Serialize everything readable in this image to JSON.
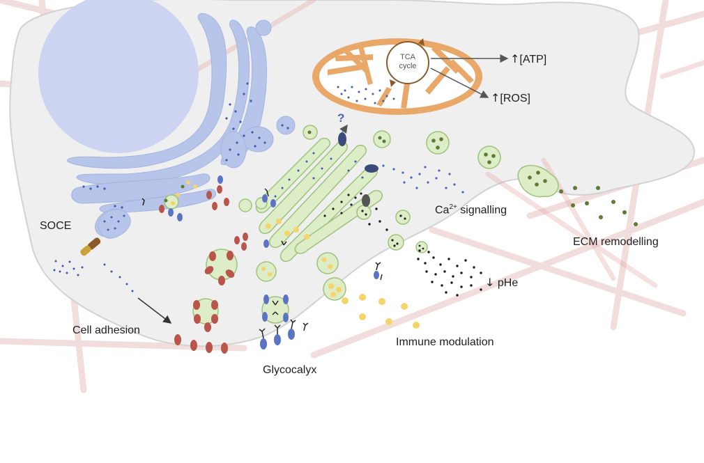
{
  "labels": {
    "tca_line1": "TCA",
    "tca_line2": "cycle",
    "atp": "[ATP]",
    "ros": "[ROS]",
    "question": "?",
    "soce": "SOCE",
    "ca_prefix": "Ca",
    "ca_sup": "2+",
    "ca_suffix": " signalling",
    "ecm": "ECM remodelling",
    "phe": "pHe",
    "cell_adhesion": "Cell adhesion",
    "immune": "Immune modulation",
    "glycocalyx": "Glycocalyx",
    "up_arrow": "↑",
    "down_arrow": "↓"
  },
  "colors": {
    "cell_fill": "#efefef",
    "cell_stroke": "#d4d4d4",
    "nucleus": "#ccd3f1",
    "er_golgi": "#b6c4ea",
    "er_dot": "#3f5bb0",
    "mitochondrion": "#e9a86a",
    "vesicle_green": "#dceec8",
    "vesicle_stroke": "#9fc27a",
    "dark_green_dot": "#5f7a34",
    "yellow": "#f6d46a",
    "red_protein": "#b9554b",
    "ecm_fiber": "#e8b8b8"
  }
}
